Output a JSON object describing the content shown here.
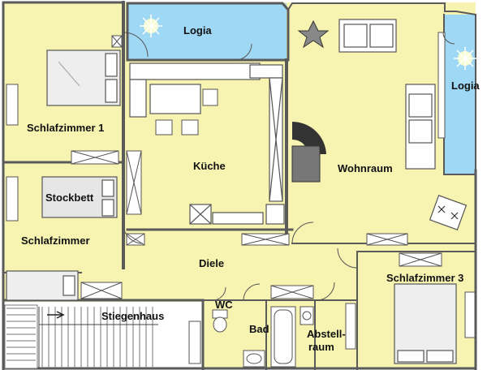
{
  "colors": {
    "floor": "#f7f4b2",
    "logia": "#9fd8f4",
    "wall": "#5a5a5a",
    "stair_bg": "#ffffff"
  },
  "rooms": {
    "schlafzimmer1": "Schlafzimmer 1",
    "stockbett": "Stockbett",
    "schlafzimmer": "Schlafzimmer",
    "logia_top": "Logia",
    "kueche": "Küche",
    "wohnraum": "Wohnraum",
    "logia_right": "Logia",
    "diele": "Diele",
    "schlafzimmer3": "Schlafzimmer 3",
    "stiegenhaus": "Stiegenhaus",
    "wc": "WC",
    "bad": "Bad",
    "abstell_1": "Abstell-",
    "abstell_2": "raum"
  },
  "icons": [
    "bed-icon",
    "bunk-bed-icon",
    "sofa-icon",
    "armchair-icon",
    "kitchen-table-icon",
    "chair-icon",
    "plant-icon",
    "fireplace-icon",
    "toilet-icon",
    "bathtub-icon",
    "sink-icon",
    "stairs-icon",
    "wardrobe-icon",
    "door-icon",
    "window-icon",
    "light-icon"
  ]
}
